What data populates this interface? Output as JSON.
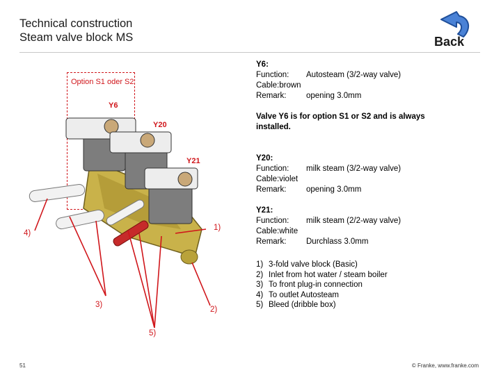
{
  "header": {
    "title_line1": "Technical construction",
    "title_line2": "Steam valve block MS"
  },
  "nav": {
    "back_label": "Back",
    "back_icon": "curved-back-arrow-icon"
  },
  "figure": {
    "option_label": "Option S1 oder S2",
    "valve_labels": {
      "y6": "Y6",
      "y20": "Y20",
      "y21": "Y21"
    },
    "callouts": {
      "c1": "1)",
      "c2": "2)",
      "c3": "3)",
      "c4": "4)",
      "c5": "5)"
    },
    "colors": {
      "accent": "#d0161b",
      "brass": "#b9a23a",
      "coil": "#7d7d7d"
    }
  },
  "info": {
    "y6": {
      "heading": "Y6:",
      "function_key": "Function:",
      "function_val": "Autosteam (3/2-way valve)",
      "cable": "Cable:brown",
      "remark_key": "Remark:",
      "remark_val": "opening 3.0mm",
      "note_line1": "Valve Y6 is for option S1 or S2 and is always",
      "note_line2": "installed."
    },
    "y20": {
      "heading": "Y20:",
      "function_key": "Function:",
      "function_val": "milk steam (3/2-way valve)",
      "cable": "Cable:violet",
      "remark_key": "Remark:",
      "remark_val": "opening 3.0mm"
    },
    "y21": {
      "heading": "Y21:",
      "function_key": "Function:",
      "function_val": "milk steam (2/2-way valve)",
      "cable": "Cable:white",
      "remark_key": "Remark:",
      "remark_val": "Durchlass 3.0mm"
    }
  },
  "legend": [
    {
      "num": "1)",
      "text": "3-fold valve block (Basic)"
    },
    {
      "num": "2)",
      "text": "Inlet from hot water / steam boiler"
    },
    {
      "num": "3)",
      "text": "To front plug-in connection"
    },
    {
      "num": "4)",
      "text": "To outlet Autosteam"
    },
    {
      "num": "5)",
      "text": "Bleed (dribble box)"
    }
  ],
  "footer": {
    "page_number": "51",
    "copyright": "© Franke, www.franke.com"
  }
}
